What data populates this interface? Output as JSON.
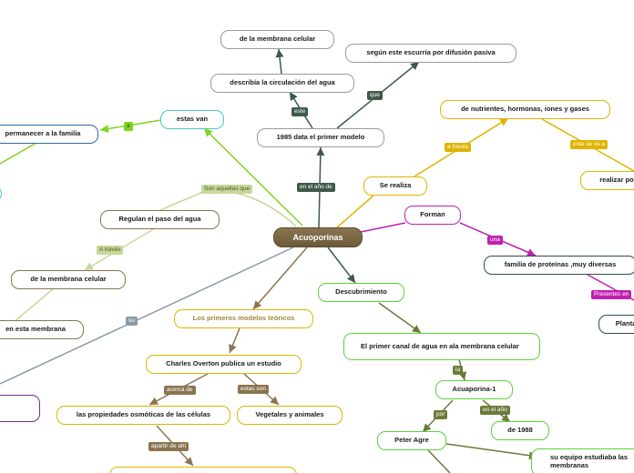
{
  "root": "Acuoporinas",
  "nodes": {
    "de_la_membrana_celular_top": "de la membrana celular",
    "describia": "describía la circulación del agua",
    "segun": "según este escurría por difusión pasiva",
    "data_1985": "1985 data el primer modelo",
    "nutrientes": "de nutrientes, hormonas, iones y gases",
    "se_realiza": "Se realiza",
    "realizar_po": "realizar po",
    "forman": "Forman",
    "familia": "familia de proteínas ,muy diversas",
    "planta": "Planta",
    "estas_van": "estas van",
    "permanecer": "permanecer a la familia",
    "regulan": "Regulan el paso del agua",
    "membrana_celular_mid": "de la membrana celular",
    "en_esta_membrana": "en esta membrana",
    "descubrimiento": "Descubrimiento",
    "primer_canal": "El primer canal de agua en ala membrana celular",
    "acuaporina": "Acuaporina-1",
    "de_1988": "de 1988",
    "peter_agre": "Peter Agre",
    "su_equipo": "su equipo estudiaba las membranas",
    "primeros_modelos": "Los primeros modelos teóricos",
    "charles": "Charles Overton publica un estudio",
    "propiedades": "las propiedades osmóticas de las células",
    "vegetales": "Vegetales y animales"
  },
  "labels": {
    "este": "este",
    "que": "que",
    "en_el_ano_de": "en el año de",
    "a_traves_top": "a través",
    "este_se_va_a": "este se va a",
    "una": "una",
    "presentes_en": "Presentes en",
    "a": "a",
    "son_aquellas_que": "Son aquellas que",
    "a_traves_left": "A través",
    "su": "su",
    "la": "la",
    "por": "por",
    "en_el_ano": "en el año",
    "acerca_de": "acerca de",
    "estas_son": "estas son",
    "apartir_de_ahi": "apartir de ahí"
  },
  "colors": {
    "dark_green": "#3d5a4a",
    "yellow": "#e0b400",
    "lime": "#7ed321",
    "purple": "#c020b0",
    "brown": "#8a7550",
    "slate": "#2e4a5a",
    "teal": "#4cc9c0",
    "green": "#5dd23a",
    "gray": "#8a9aa8",
    "olive": "#6b7a3a"
  }
}
